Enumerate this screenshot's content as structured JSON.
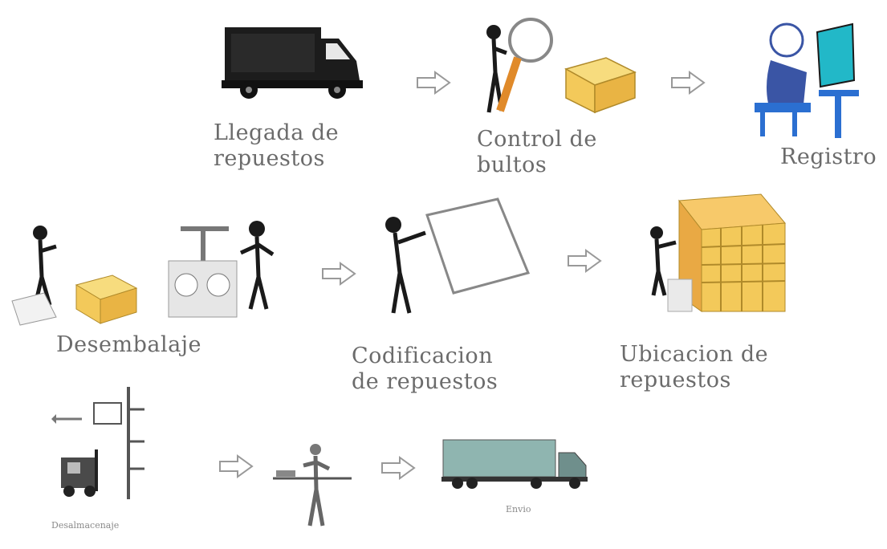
{
  "steps": [
    {
      "id": "llegada",
      "label_line1": "Llegada de",
      "label_line2": "repuestos",
      "icon": "delivery-van-icon"
    },
    {
      "id": "control",
      "label_line1": "Control de",
      "label_line2": "bultos",
      "icon": "magnifier-inspector-icon"
    },
    {
      "id": "registro",
      "label_line1": "Registro",
      "icon": "computer-operator-icon"
    },
    {
      "id": "desembalaje",
      "label_line1": "Desembalaje",
      "icon": "unpacking-scale-icon"
    },
    {
      "id": "codificacion",
      "label_line1": "Codificacion",
      "label_line2": "de repuestos",
      "icon": "coding-sheet-icon"
    },
    {
      "id": "ubicacion",
      "label_line1": "Ubicacion de",
      "label_line2": "repuestos",
      "icon": "shelving-icon"
    },
    {
      "id": "desalmacenaje",
      "label_line1": "Desalmacenaje",
      "icon": "forklift-icon"
    },
    {
      "id": "inspeccion",
      "icon": "worker-table-icon"
    },
    {
      "id": "envio",
      "label_line1": "Envio",
      "icon": "truck-icon"
    }
  ],
  "arrow_icon": "right-arrow-icon",
  "colors": {
    "text": "#6b6b6b",
    "box": "#f3c95a",
    "screen": "#22b8c8",
    "truck": "#8fb5b0",
    "figure": "#1a1a1a"
  }
}
